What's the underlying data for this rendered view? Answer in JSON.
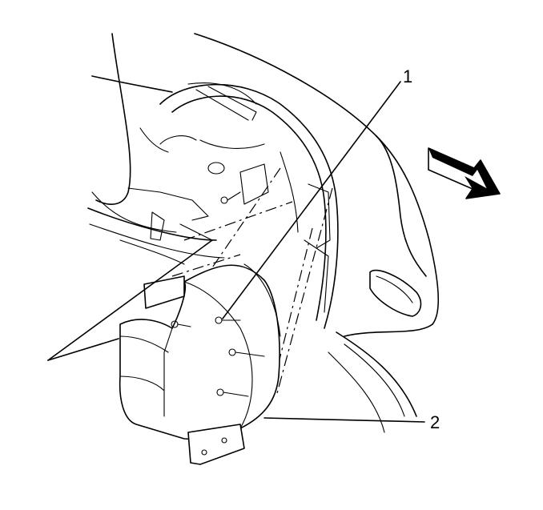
{
  "callouts": [
    {
      "id": "1",
      "label": "1"
    },
    {
      "id": "2",
      "label": "2"
    }
  ],
  "colors": {
    "ink": "#000000",
    "paper": "#ffffff"
  },
  "icons": [
    "direction-arrow-icon",
    "fastener-icon"
  ]
}
